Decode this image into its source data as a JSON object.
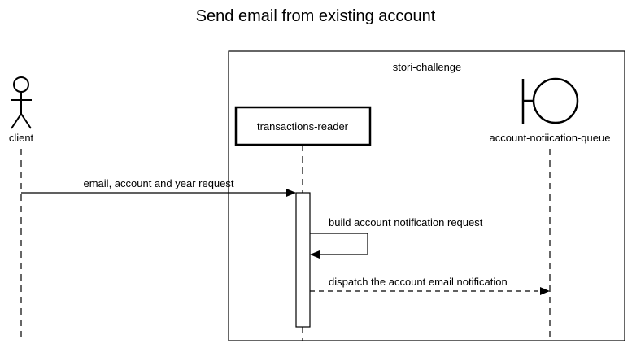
{
  "diagram": {
    "title": "Send email from existing account",
    "colors": {
      "stroke": "#000000",
      "background": "#ffffff"
    },
    "participants": {
      "client": {
        "label": "client",
        "icon": "actor-stick-figure-icon"
      },
      "reader": {
        "label": "transactions-reader"
      },
      "queue": {
        "label": "account-notiication-queue",
        "icon": "boundary-icon"
      }
    },
    "group": {
      "label": "stori-challenge"
    },
    "messages": [
      {
        "from": "client",
        "to": "transactions-reader",
        "label": "email, account and year request",
        "style": "solid"
      },
      {
        "from": "transactions-reader",
        "to": "transactions-reader",
        "label": "build account notification request",
        "style": "solid"
      },
      {
        "from": "transactions-reader",
        "to": "account-notiication-queue",
        "label": "dispatch the account email notification",
        "style": "dashed"
      }
    ]
  }
}
